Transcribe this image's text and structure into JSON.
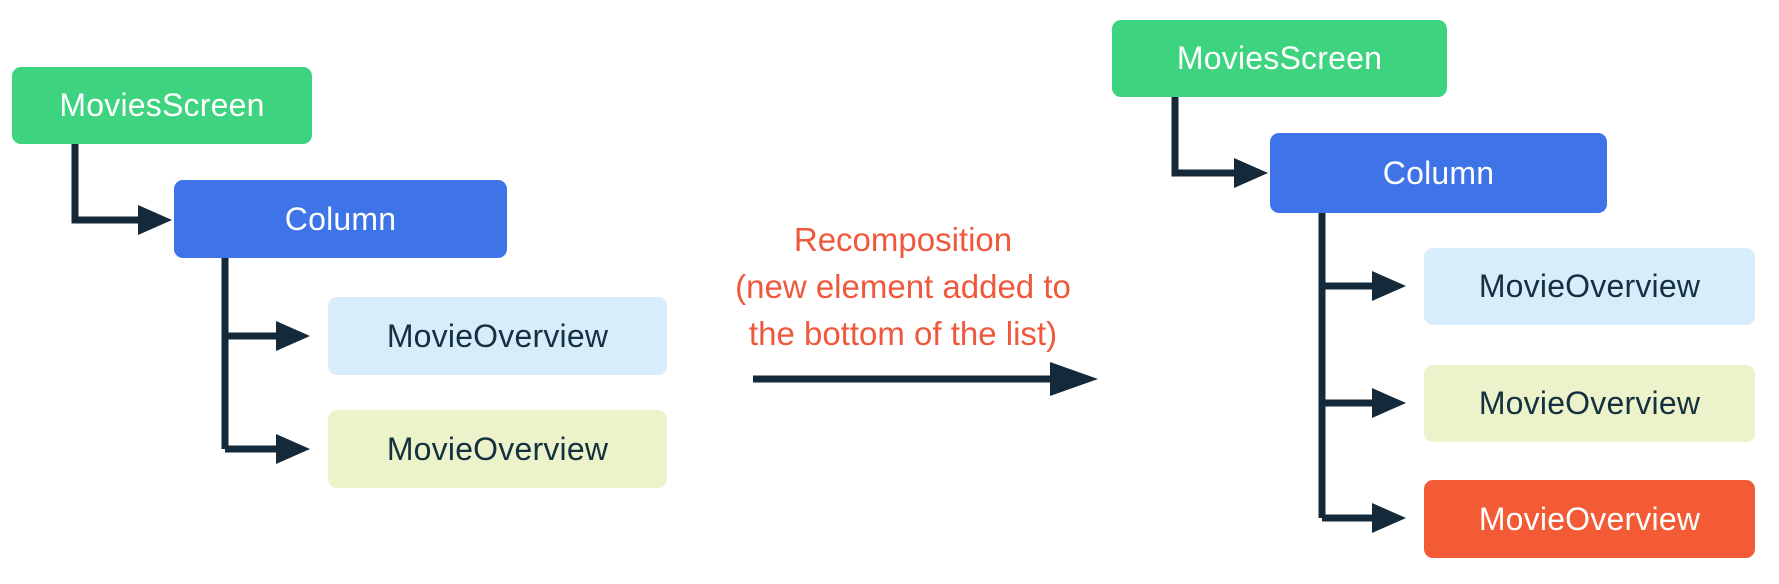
{
  "colors": {
    "green": "#3ED47F",
    "blue": "#3E74E8",
    "light_blue": "#D8EDFB",
    "light_yellow": "#ECF2C9",
    "orange": "#F25B35",
    "accent_text": "#EF583C",
    "line": "#14293A",
    "dark_text": "#14313F",
    "white_text": "#FFFFFF"
  },
  "left_tree": {
    "root_label": "MoviesScreen",
    "container_label": "Column",
    "children": [
      {
        "label": "MovieOverview",
        "color": "light_blue"
      },
      {
        "label": "MovieOverview",
        "color": "light_yellow"
      }
    ]
  },
  "annotation": {
    "line1": "Recomposition",
    "line2": "(new element added to",
    "line3": "the bottom of the list)"
  },
  "right_tree": {
    "root_label": "MoviesScreen",
    "container_label": "Column",
    "children": [
      {
        "label": "MovieOverview",
        "color": "light_blue",
        "highlighted": false
      },
      {
        "label": "MovieOverview",
        "color": "light_yellow",
        "highlighted": false
      },
      {
        "label": "MovieOverview",
        "color": "orange",
        "highlighted": true
      }
    ]
  }
}
